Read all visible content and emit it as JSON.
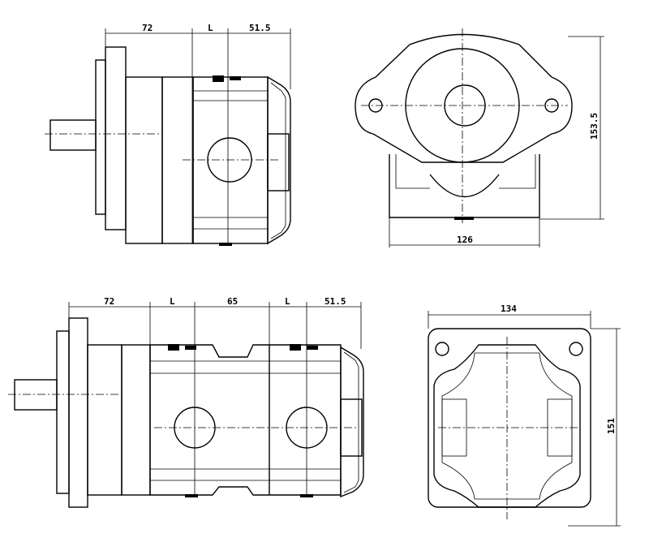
{
  "top_side_view": {
    "dims": [
      "72",
      "L",
      "51.5"
    ]
  },
  "top_front_view": {
    "height": "153.5",
    "width": "126"
  },
  "bottom_side_view": {
    "dims": [
      "72",
      "L",
      "65",
      "L",
      "51.5"
    ]
  },
  "bottom_front_view": {
    "width": "134",
    "height": "151"
  }
}
